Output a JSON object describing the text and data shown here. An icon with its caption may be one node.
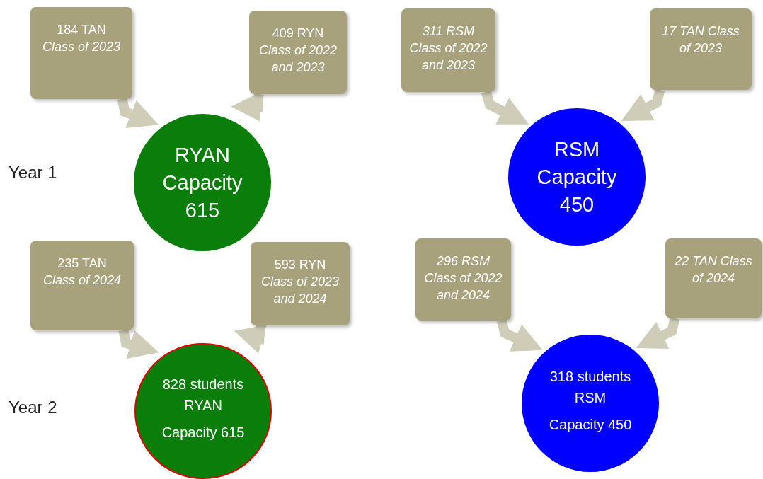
{
  "diagram": {
    "nodes": [
      {
        "text": [
          "184 TAN",
          "Class of 2023"
        ]
      },
      {
        "text": [
          "409 RYN",
          "Class of 2022 and 2023"
        ]
      },
      {
        "text": [
          "RYAN",
          "Capacity 615"
        ]
      },
      {
        "text": [
          "311 RSM Class of 2022 and 2023"
        ]
      },
      {
        "text": [
          "17 TAN Class of 2023"
        ]
      },
      {
        "text": [
          "RSM",
          "Capacity 450"
        ]
      },
      {
        "text": [
          "235 TAN",
          "Class of 2024"
        ]
      },
      {
        "text": [
          "593 RYN",
          "Class of 2023 and 2024"
        ]
      },
      {
        "text": [
          "828 students RYAN",
          "Capacity 615"
        ]
      },
      {
        "text": [
          "296 RSM Class of 2022 and 2024"
        ]
      },
      {
        "text": [
          "22 TAN Class of 2024"
        ]
      },
      {
        "text": [
          "318 students RSM",
          "Capacity 450"
        ]
      }
    ],
    "edges": [
      {
        "from": 0,
        "to": 2,
        "arrow": "to"
      },
      {
        "from": 1,
        "to": 2,
        "arrow": "to"
      },
      {
        "from": 3,
        "to": 5,
        "arrow": "to"
      },
      {
        "from": 4,
        "to": 5,
        "arrow": "to"
      },
      {
        "from": 6,
        "to": 8,
        "arrow": "to"
      },
      {
        "from": 7,
        "to": 8,
        "arrow": "to"
      },
      {
        "from": 9,
        "to": 11,
        "arrow": "to"
      },
      {
        "from": 10,
        "to": 11,
        "arrow": "to"
      }
    ],
    "labels": [
      "Year 1",
      "Year 2"
    ]
  }
}
